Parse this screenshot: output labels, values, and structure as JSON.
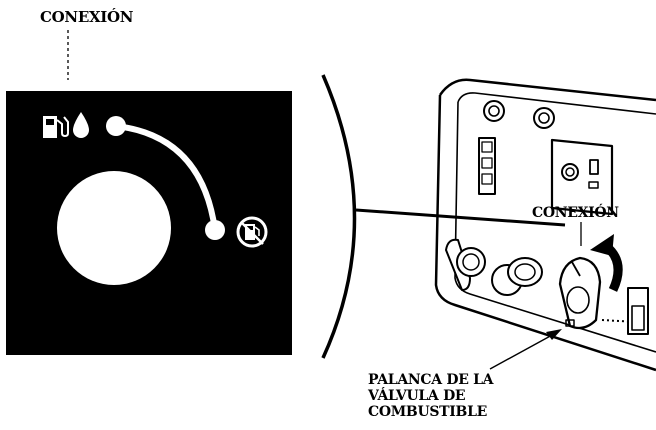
{
  "labels": {
    "top_conexion": "CONEXIÓN",
    "panel_conexion": "CONEXIÓN",
    "lever_line1": "PALANCA DE LA",
    "lever_line2": "VÁLVULA DE",
    "lever_line3": "COMBUSTIBLE"
  },
  "icons": {
    "fuel_on": "fuel-pump-drop-icon",
    "fuel_off": "fuel-off-icon"
  },
  "colors": {
    "panel": "#000000",
    "ink": "#000000",
    "paper": "#ffffff"
  }
}
